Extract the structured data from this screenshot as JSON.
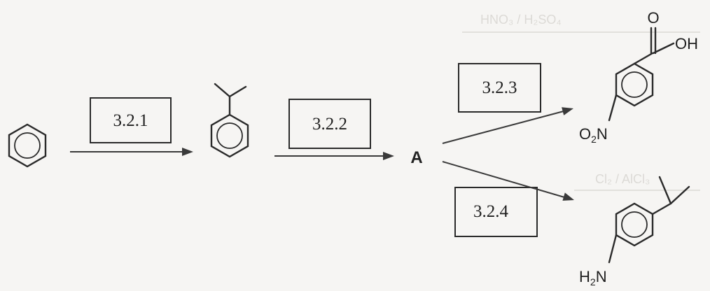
{
  "steps": {
    "step1": "3.2.1",
    "step2": "3.2.2",
    "step3": "3.2.3",
    "step4": "3.2.4"
  },
  "intermediate": "A",
  "atoms": {
    "oxygen": "O",
    "hydroxyl": "OH",
    "nitro_prefix": "O",
    "nitro_subscript": "2",
    "nitro_suffix": "N",
    "amine_prefix": "H",
    "amine_subscript": "2",
    "amine_suffix": "N"
  },
  "ghost_text": {
    "reagent1": "HNO₃ / H₂SO₄",
    "reagent2": "Cl₂ / AlCl₃"
  },
  "colors": {
    "ink": "#2a2a2a",
    "paper": "#f6f5f3"
  }
}
